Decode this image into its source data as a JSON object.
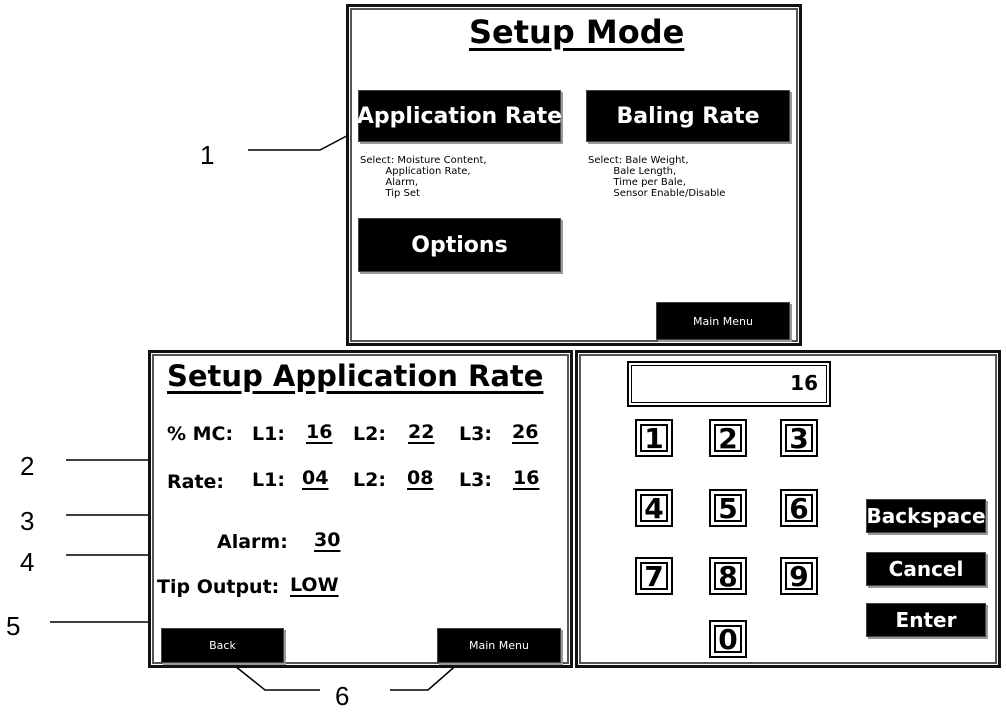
{
  "setup_mode": {
    "title": "Setup Mode",
    "application_rate_button": "Application Rate",
    "application_rate_desc": "Select: Moisture Content,\n        Application Rate,\n        Alarm,\n        Tip Set",
    "baling_rate_button": "Baling Rate",
    "baling_rate_desc": "Select: Bale Weight,\n        Bale Length,\n        Time per Bale,\n        Sensor Enable/Disable",
    "options_button": "Options",
    "main_menu_button": "Main Menu"
  },
  "setup_app_rate": {
    "title": "Setup Application Rate",
    "mc_label": "% MC:",
    "rate_label": "Rate:",
    "l1": "L1:",
    "l2": "L2:",
    "l3": "L3:",
    "mc_l1": "16",
    "mc_l2": "22",
    "mc_l3": "26",
    "rate_l1": "04",
    "rate_l2": "08",
    "rate_l3": "16",
    "alarm_label": "Alarm:",
    "alarm_value": "30",
    "tip_label": "Tip Output:",
    "tip_value": "LOW",
    "back_button": "Back",
    "main_menu_button": "Main Menu"
  },
  "keypad": {
    "display_value": "16",
    "keys": [
      "1",
      "2",
      "3",
      "4",
      "5",
      "6",
      "7",
      "8",
      "9",
      "0"
    ],
    "backspace": "Backspace",
    "cancel": "Cancel",
    "enter": "Enter"
  },
  "callouts": [
    "1",
    "2",
    "3",
    "4",
    "5",
    "6"
  ]
}
